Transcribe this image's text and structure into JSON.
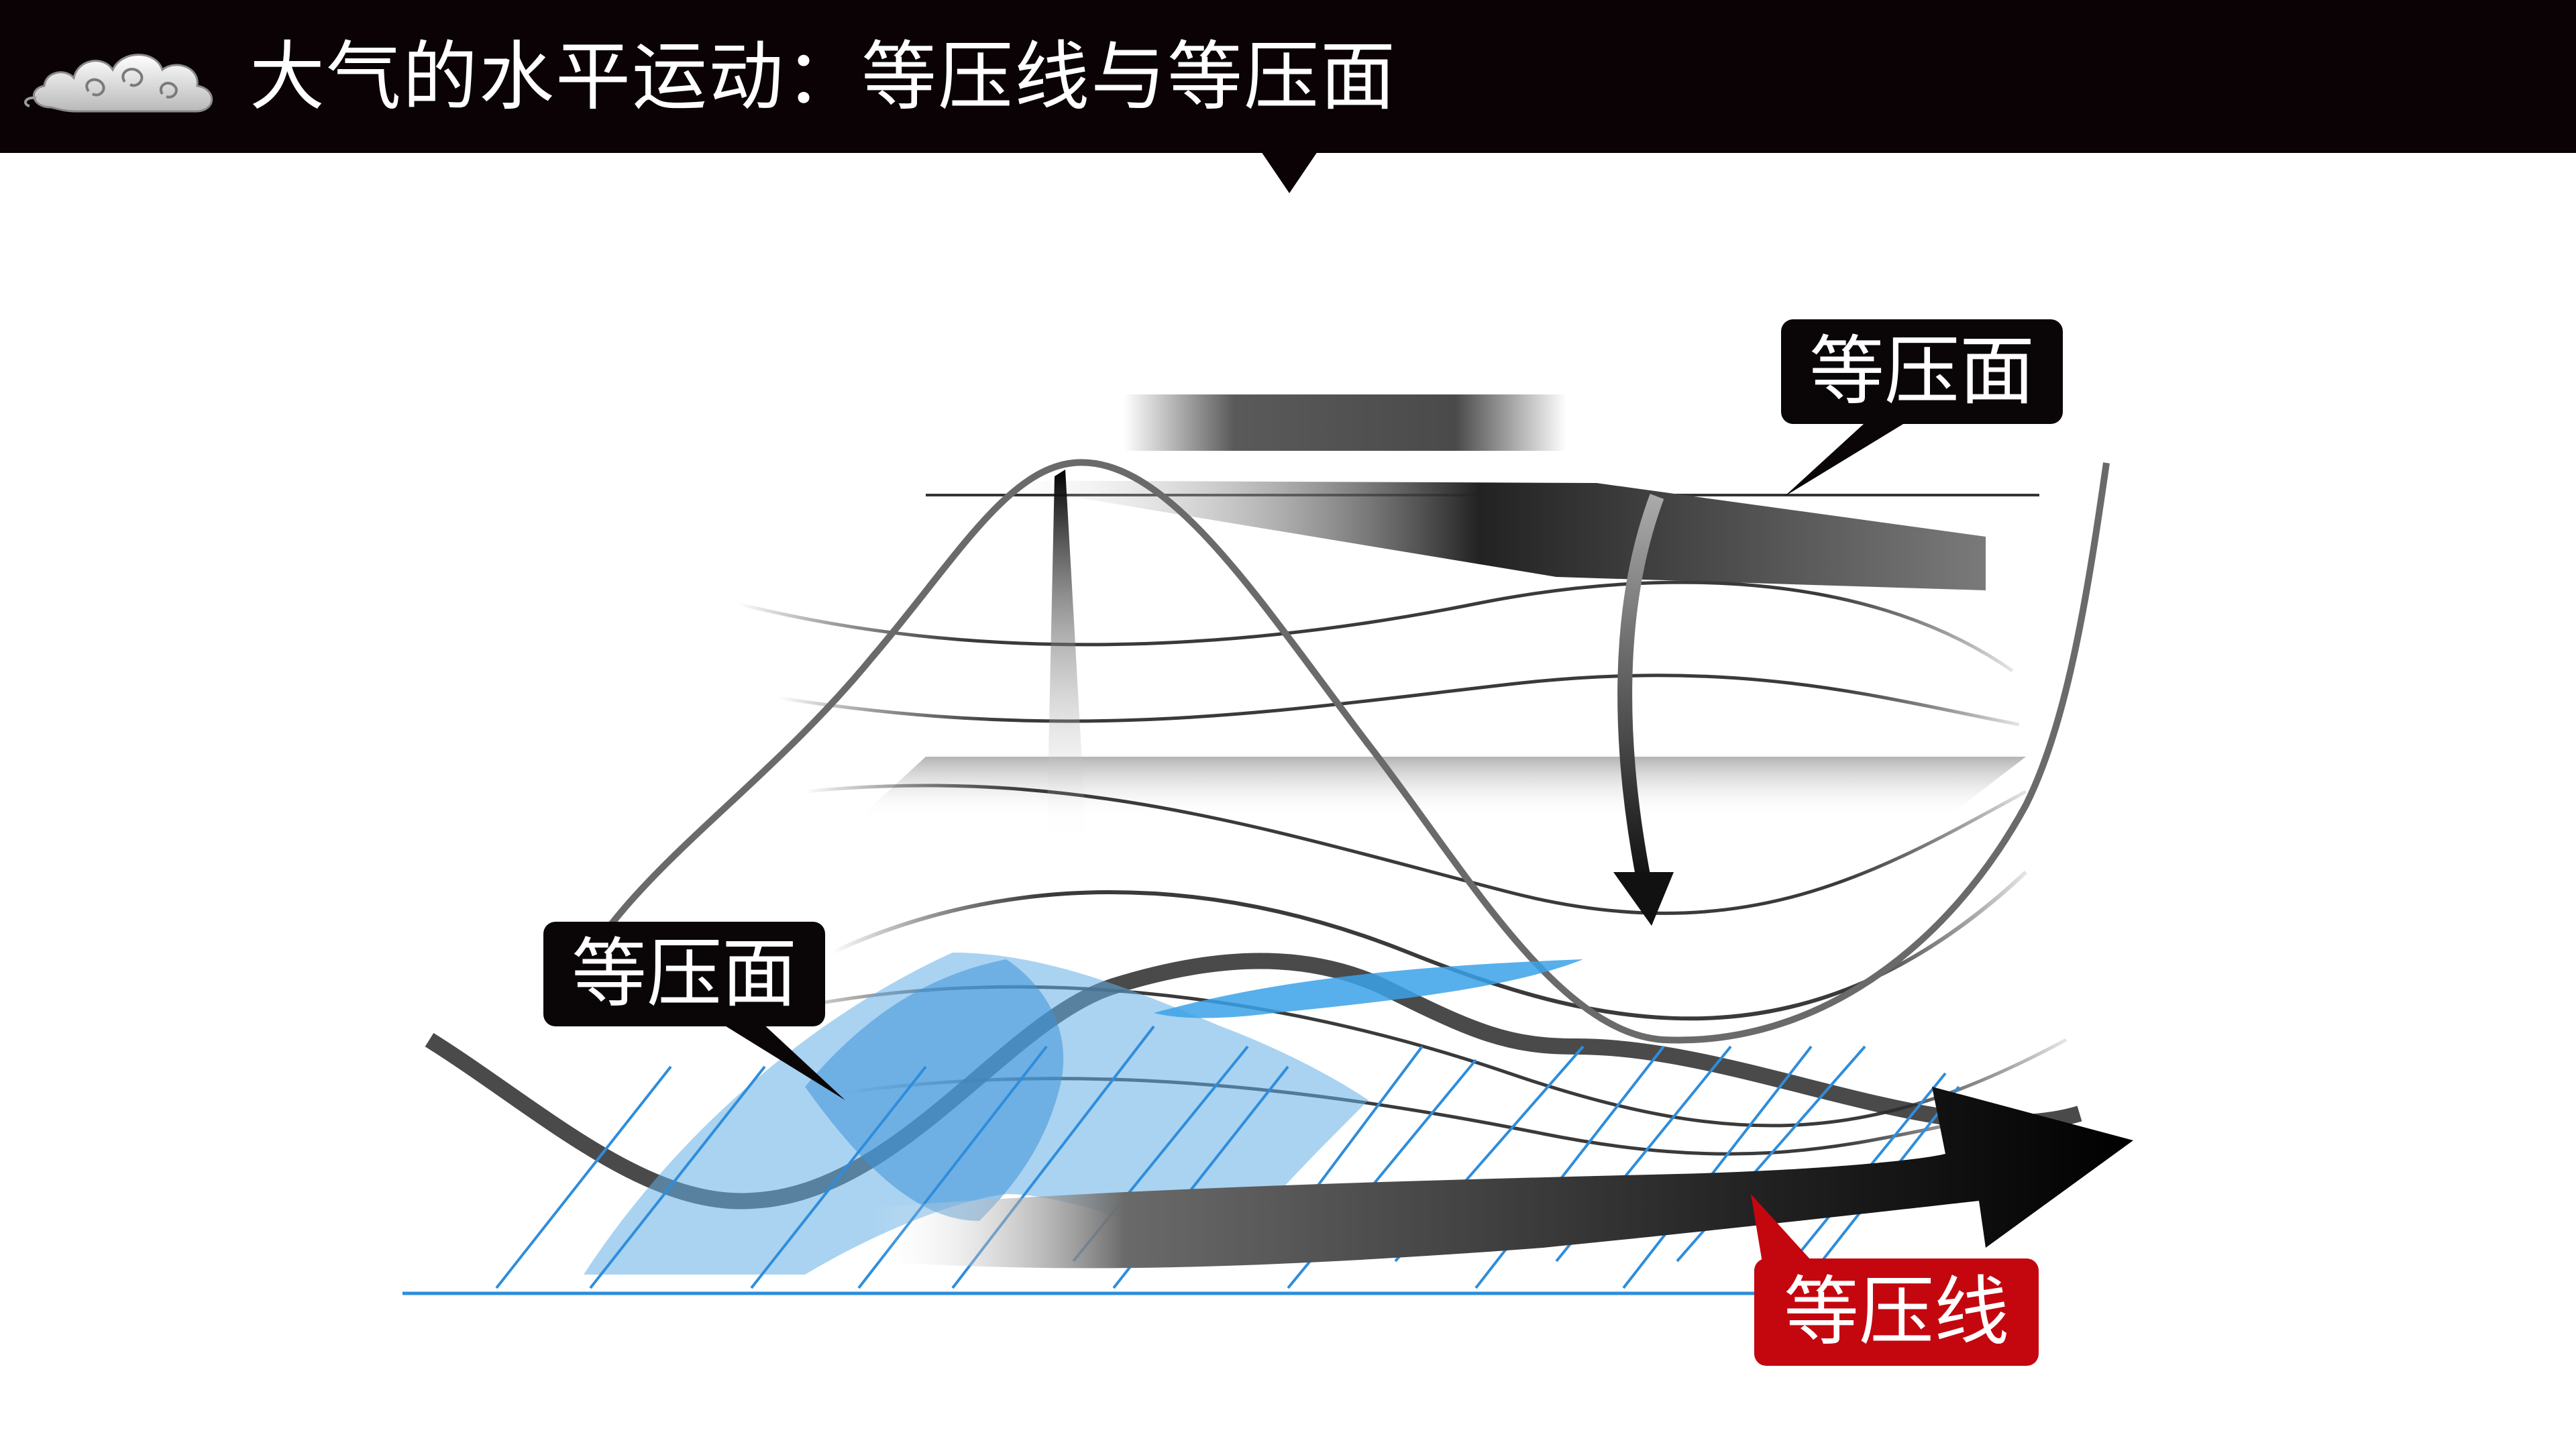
{
  "slide": {
    "title": "大气的水平运动：等压线与等压面"
  },
  "callouts": {
    "top_surface": "等压面",
    "left_surface": "等压面",
    "isobar": "等压线"
  },
  "icons": {
    "logo": "auspicious-cloud-icon"
  },
  "colors": {
    "title_bar": "#0a0204",
    "title_text": "#ffffff",
    "callout_dark": "#0a0608",
    "callout_red": "#c4070f",
    "isobar_blue": "#2f8ddb",
    "surface_blue": "#62aee6"
  }
}
